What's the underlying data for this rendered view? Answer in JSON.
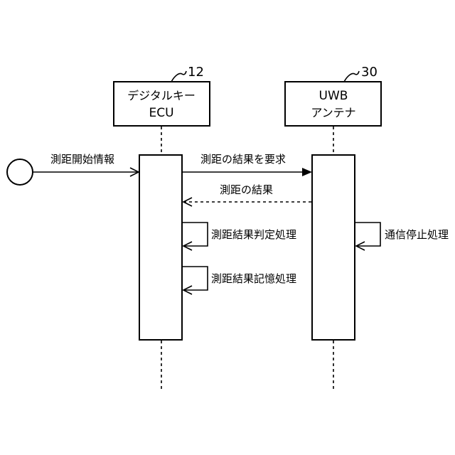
{
  "participants": [
    {
      "ref": "12",
      "line1": "デジタルキー",
      "line2": "ECU"
    },
    {
      "ref": "30",
      "line1": "UWB",
      "line2": "アンテナ"
    }
  ],
  "messages": {
    "start": "測距開始情報",
    "request": "測距の結果を要求",
    "result": "測距の結果",
    "judge": "測距結果判定処理",
    "store": "測距結果記憶処理",
    "stop": "通信停止処理"
  }
}
